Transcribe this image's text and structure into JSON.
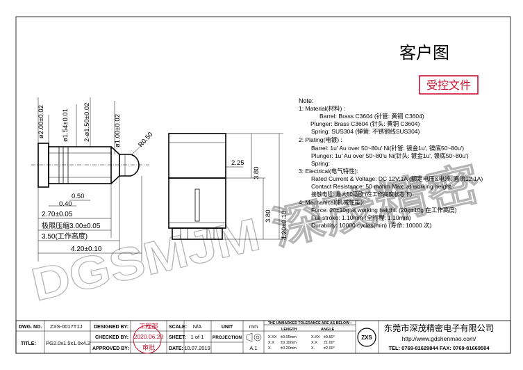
{
  "title_cn": "客户图",
  "controlled_stamp": "受控文件",
  "watermark": "DGSMJM 深茂精密",
  "notes": {
    "heading": "Note:",
    "lines": [
      "1:  Material(材料) :",
      "Barrel:  Brass C3604 (针管: 黄铜 C3604)",
      "Plunger:  Brass C3604  (针头: 黄铜 C3604)",
      "Spring:  SUS304  (弹簧: 不锈钢线SUS304)",
      "2:  Plating(电镀) :",
      "Barrel:  1u' Au over 50~80u' Ni(针管: 镀金1u', 镍底50~80u')",
      "Plunger:  1u' Au over 50~80'u Ni(针头: 镀金1u', 镍底50~80u')",
      "Spring:",
      "3:  Electrical(电气特性):",
      "Rated Current & Voltage:  DC 12V;1A (额定电压&电流: 直流12,1A)",
      "Contact Resistance:  50 mohm Max. at working height.",
      "接触电阻: 最大50毫欧 (在工作高度状态下)",
      "4:  Mechanical(机械性能):",
      "Force:  20±10g at working height. (20g±10g 在工作高度)",
      "Full stroke: 1.10mm  (全行程: 1.10mm)",
      "Durability:  10000 cycles(min)  (寿命: 10000 次)"
    ]
  },
  "dims": {
    "d200": "ø2.00±0.02",
    "d154": "ø1.54±0.01",
    "d150": "2-ø1.50±0.02",
    "d100": "ø1.00±0.02",
    "r050": "R0.50",
    "l050": "0.50",
    "l040": "0.40",
    "l270": "2.70±0.05",
    "l300": "极限压缩3.00±0.05",
    "l350": "3.50(工作高度)",
    "l420": "4.20±0.10",
    "s225": "2.25",
    "s380a": "3.80",
    "s380b": "3.80",
    "s420": "4.20±0.10"
  },
  "title_block": {
    "dwg_no_label": "DWG. NO.",
    "dwg_no": "ZXS-0017T1J",
    "title_label": "TITLE:",
    "title": "PG2.0x1.5x1.0x4.2",
    "designed_label": "DESIGNED BY:",
    "designed_value": "工程部",
    "checked_label": "CHECKED BY:",
    "checked_value": "2020.06.29",
    "approved_label": "APPROVED BY:",
    "approved_value": "审批",
    "scale_label": "SCALE:",
    "scale": "N/A",
    "sheet_label": "SHEET:",
    "sheet": "1 of 1",
    "date_label": "DATE:",
    "date": "10.07.2019",
    "unit_label": "UNIT",
    "unit": "mm",
    "projection_label": "PROJECTION",
    "rev": "A.1",
    "tol_header": "THE UNMARKED TOLERANCE ARE AS BELOW :",
    "tol_length": "LENGTH",
    "tol_angle": "ANGLE",
    "tol_rows": [
      {
        "k": "X.XX",
        "v": "±0.05mm",
        "ak": "X.XX",
        "av": "±0.50°"
      },
      {
        "k": "X.X",
        "v": "±0.10mm",
        "ak": "X.X",
        "av": "±1.00°"
      },
      {
        "k": "X.",
        "v": "±0.20mm",
        "ak": "X.",
        "av": "±2.00°"
      }
    ],
    "logo": "ZXS",
    "company_cn": "东莞市深茂精密电子有限公司",
    "website": "http://www.gdshenmao.com/",
    "tel_fax": "TEL: 0769-81629844 FAX: 0769-81669504"
  }
}
